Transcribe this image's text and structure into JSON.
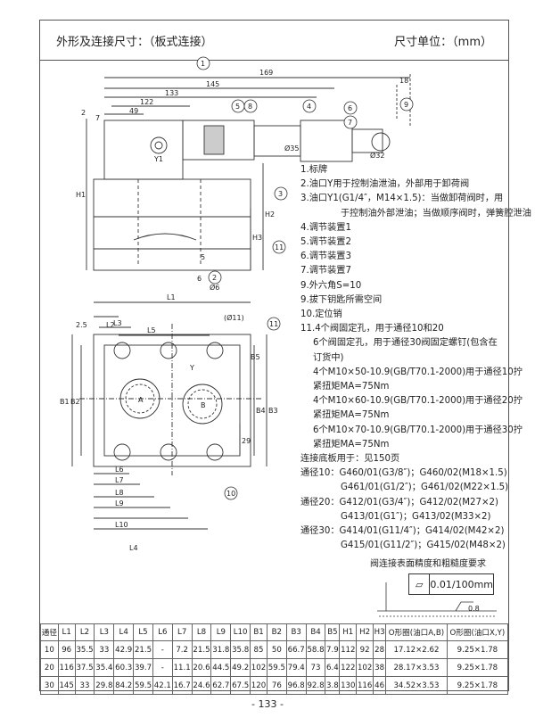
{
  "header": {
    "title": "外形及连接尺寸：（板式连接）",
    "unit": "尺寸单位：（mm）"
  },
  "drawing": {
    "top_dims": [
      "169",
      "145",
      "133",
      "122",
      "49",
      "18",
      "7",
      "2",
      "H1",
      "H2",
      "H3",
      "5",
      "6"
    ],
    "diameters": [
      "Ø35",
      "Ø32",
      "Ø6"
    ],
    "view_labels": [
      "Y1",
      "A",
      "B",
      "Y",
      "L1",
      "L2",
      "L3",
      "L4",
      "L5",
      "L6",
      "L7",
      "L8",
      "L9",
      "L10",
      "B1",
      "B2",
      "B3",
      "B4",
      "B5",
      "2.5",
      "29",
      "(Ø11)"
    ],
    "balloons": [
      "1",
      "2",
      "3",
      "4",
      "5",
      "6",
      "7",
      "8",
      "9",
      "10",
      "11"
    ]
  },
  "legend": [
    {
      "text": "1.标牌",
      "indent": 0
    },
    {
      "text": "2.油口Y用于控制油泄油，外部用于卸荷阀",
      "indent": 0
    },
    {
      "text": "3.油口Y1(G1/4″，M14×1.5)：当做卸荷阀时，用",
      "indent": 0
    },
    {
      "text": "于控制油外部泄油；当做顺序阀时，弹簧腔泄油",
      "indent": 2
    },
    {
      "text": "4.调节装置1",
      "indent": 0
    },
    {
      "text": "5.调节装置2",
      "indent": 0
    },
    {
      "text": "6.调节装置3",
      "indent": 0
    },
    {
      "text": "7.调节装置7",
      "indent": 0
    },
    {
      "text": "9.外六角S=10",
      "indent": 0
    },
    {
      "text": "9.拔下钥匙所需空间",
      "indent": 0
    },
    {
      "text": "10.定位销",
      "indent": 0
    },
    {
      "text": "11.4个阀固定孔，用于通径10和20",
      "indent": 0
    },
    {
      "text": "6个阀固定孔，用于通径30阀固定螺钉(包含在",
      "indent": 1
    },
    {
      "text": "订货中)",
      "indent": 1
    },
    {
      "text": "4个M10×50-10.9(GB/T70.1-2000)用于通径10拧",
      "indent": 1
    },
    {
      "text": "紧扭矩MA=75Nm",
      "indent": 1
    },
    {
      "text": "4个M10×60-10.9(GB/T70.1-2000)用于通径20拧",
      "indent": 1
    },
    {
      "text": "紧扭矩MA=75Nm",
      "indent": 1
    },
    {
      "text": "6个M10×70-10.9(GB/T70.1-2000)用于通径30拧",
      "indent": 1
    },
    {
      "text": "紧扭矩MA=75Nm",
      "indent": 1
    },
    {
      "text": "连接底板用于：见150页",
      "indent": 0
    },
    {
      "text": "通径10：G460/01(G3/8″)；G460/02(M18×1.5)",
      "indent": 0
    },
    {
      "text": "G461/01(G1/2″)；G461/02(M22×1.5)",
      "indent": 2
    },
    {
      "text": "通径20：G412/01(G3/4″)；G412/02(M27×2)",
      "indent": 0
    },
    {
      "text": "G413/01(G1″)；G413/02(M33×2)",
      "indent": 2
    },
    {
      "text": "通径30：G414/01(G11/4″)；G414/02(M42×2)",
      "indent": 0
    },
    {
      "text": "G415/01(G11/2″)；G415/02(M48×2)",
      "indent": 2
    }
  ],
  "surface": {
    "title": "阀连接表面精度和粗糙度要求",
    "flatness": "0.01/100mm",
    "roughness": "0.8"
  },
  "table": {
    "headers": [
      "通径",
      "L1",
      "L2",
      "L3",
      "L4",
      "L5",
      "L6",
      "L7",
      "L8",
      "L9",
      "L10",
      "B1",
      "B2",
      "B3",
      "B4",
      "B5",
      "H1",
      "H2",
      "H3",
      "O形圈(油口A,B)",
      "O形圈(油口X,Y)"
    ],
    "rows": [
      [
        "10",
        "96",
        "35.5",
        "33",
        "42.9",
        "21.5",
        "-",
        "7.2",
        "21.5",
        "31.8",
        "35.8",
        "85",
        "50",
        "66.7",
        "58.8",
        "7.9",
        "112",
        "92",
        "28",
        "17.12×2.62",
        "9.25×1.78"
      ],
      [
        "20",
        "116",
        "37.5",
        "35.4",
        "60.3",
        "39.7",
        "-",
        "11.1",
        "20.6",
        "44.5",
        "49.2",
        "102",
        "59.5",
        "79.4",
        "73",
        "6.4",
        "122",
        "102",
        "38",
        "28.17×3.53",
        "9.25×1.78"
      ],
      [
        "30",
        "145",
        "33",
        "29.8",
        "84.2",
        "59.5",
        "42.1",
        "16.7",
        "24.6",
        "62.7",
        "67.5",
        "120",
        "76",
        "96.8",
        "92.8",
        "3.8",
        "130",
        "116",
        "46",
        "34.52×3.53",
        "9.25×1.78"
      ]
    ]
  },
  "page_number": "- 133 -"
}
